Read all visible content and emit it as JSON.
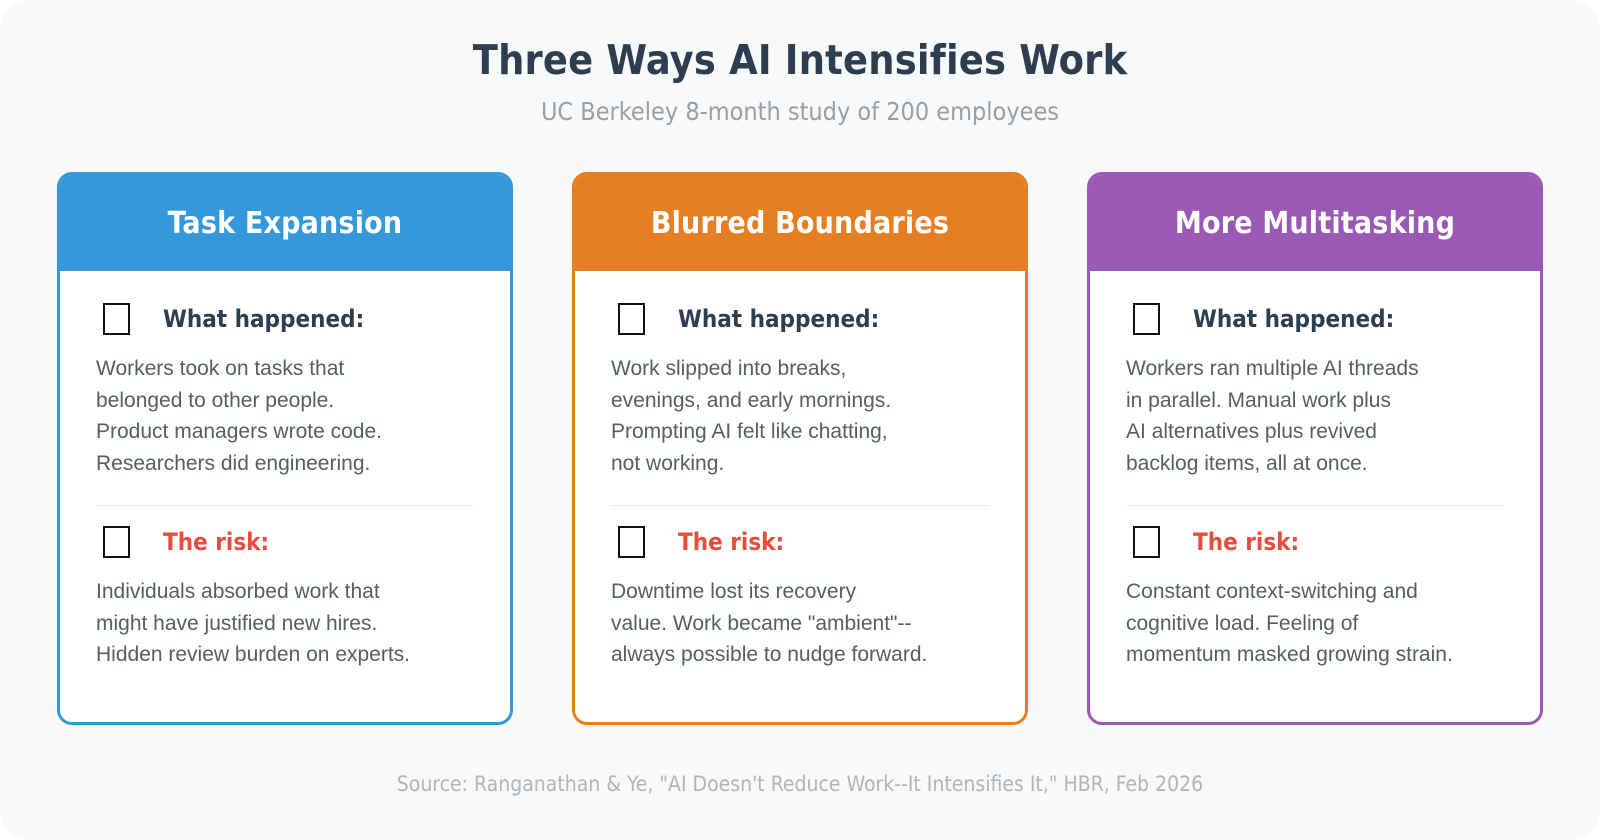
{
  "header": {
    "title": "Three Ways AI Intensifies Work",
    "subtitle": "UC Berkeley 8-month study of 200 employees",
    "title_color": "#2c3e50",
    "subtitle_color": "#95a0a8"
  },
  "labels": {
    "what_happened": "What happened:",
    "the_risk": "The risk:",
    "checkbox_icon": "empty-checkbox-glyph"
  },
  "colors": {
    "page_background": "#f8f9fa",
    "card_background": "#ffffff",
    "body_text": "#555e66",
    "risk_text": "#e74c3c",
    "divider": "#eaeaea",
    "footer_text": "#adb5bd"
  },
  "cards": [
    {
      "title": "Task Expansion",
      "accent": "#3498db",
      "what_happened": "Workers took on tasks that\nbelonged to other people.\nProduct managers wrote code.\nResearchers did engineering.",
      "the_risk": "Individuals absorbed work that\nmight have justified new hires.\nHidden review burden on experts."
    },
    {
      "title": "Blurred Boundaries",
      "accent": "#e67e22",
      "what_happened": "Work slipped into breaks,\nevenings, and early mornings.\nPrompting AI felt like chatting,\nnot working.",
      "the_risk": "Downtime lost its recovery\nvalue. Work became \"ambient\"--\nalways possible to nudge forward."
    },
    {
      "title": "More Multitasking",
      "accent": "#9b59b6",
      "what_happened": "Workers ran multiple AI threads\nin parallel. Manual work plus\nAI alternatives plus revived\nbacklog items, all at once.",
      "the_risk": "Constant context-switching and\ncognitive load. Feeling of\nmomentum masked growing strain."
    }
  ],
  "footer": {
    "source": "Source: Ranganathan & Ye, \"AI Doesn't Reduce Work--It Intensifies It,\" HBR, Feb 2026"
  }
}
